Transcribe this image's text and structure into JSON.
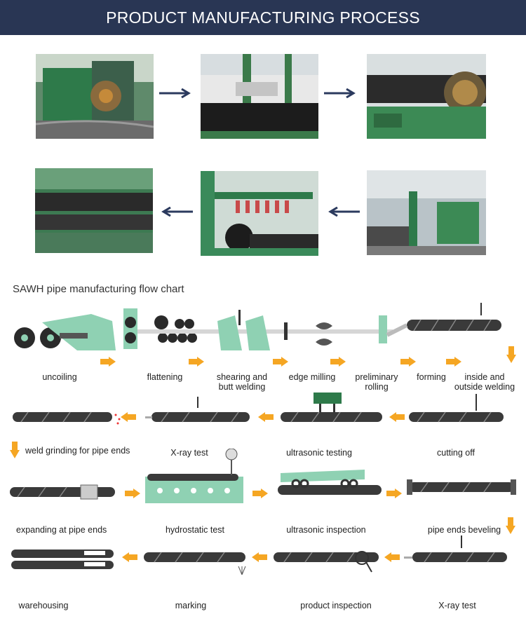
{
  "header": {
    "title": "PRODUCT MANUFACTURING PROCESS"
  },
  "photos": [
    {
      "id": "photo-1",
      "alt": "spiral forming machine close-up"
    },
    {
      "id": "photo-2",
      "alt": "steel pipe passing through welding gantry"
    },
    {
      "id": "photo-3",
      "alt": "large spiral pipe on production line"
    },
    {
      "id": "photo-4",
      "alt": "finished pipes on roller conveyor"
    },
    {
      "id": "photo-5",
      "alt": "pipe end gantry with hydraulic units"
    },
    {
      "id": "photo-6",
      "alt": "factory hall with production line"
    }
  ],
  "flowchart": {
    "title": "SAWH pipe manufacturing flow chart",
    "steps": {
      "uncoiling": "uncoiling",
      "flattening": "flattening",
      "shearing": "shearing and\nbutt welding",
      "edge_milling": "edge milling",
      "preliminary_rolling": "preliminary\nrolling",
      "forming": "forming",
      "inside_outside_welding": "inside and\noutside welding",
      "weld_grinding": "weld grinding for pipe ends",
      "xray_test_1": "X-ray test",
      "ultrasonic_testing": "ultrasonic testing",
      "cutting_off": "cutting off",
      "expanding": "expanding at pipe ends",
      "hydrostatic": "hydrostatic test",
      "ultrasonic_inspection": "ultrasonic inspection",
      "beveling": "pipe ends beveling",
      "warehousing": "warehousing",
      "marking": "marking",
      "product_inspection": "product inspection",
      "xray_test_2": "X-ray test"
    }
  },
  "colors": {
    "banner": "#293654",
    "arrow_orange": "#f5a623",
    "arrow_navy": "#2b3a5e",
    "machine_green": "#8fd1b3",
    "pipe": "#3a3a3a"
  }
}
